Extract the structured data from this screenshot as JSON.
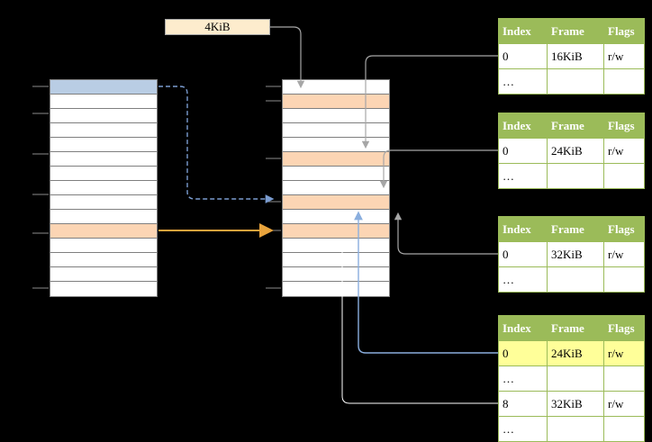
{
  "page_size_label": "4KiB",
  "colors": {
    "background": "#000000",
    "table_header_green": "#9bbb59",
    "highlight_yellow": "#ffff99",
    "page_blue": "#b9cde4",
    "page_peach": "#fcd5b4",
    "label_fill": "#fdeccd",
    "arrow_gray": "#a6a6a6",
    "arrow_orange": "#e8a33c",
    "arrow_blue_dashed": "#7a9cd0",
    "arrow_light_blue": "#8aaede",
    "arrow_white": "#ffffff"
  },
  "left_column": {
    "row_count": 15,
    "highlights": [
      {
        "row": 0,
        "color": "blue"
      },
      {
        "row": 10,
        "color": "peach"
      }
    ]
  },
  "middle_column": {
    "row_count": 15,
    "highlights": [
      {
        "row": 1,
        "color": "peach"
      },
      {
        "row": 5,
        "color": "peach"
      },
      {
        "row": 8,
        "color": "peach"
      },
      {
        "row": 10,
        "color": "peach"
      }
    ]
  },
  "page_tables": [
    {
      "headers": [
        "Index",
        "Frame",
        "Flags"
      ],
      "rows": [
        {
          "cells": [
            "0",
            "16KiB",
            "r/w"
          ],
          "highlight": false
        },
        {
          "cells": [
            "…",
            "",
            ""
          ],
          "highlight": false
        }
      ]
    },
    {
      "headers": [
        "Index",
        "Frame",
        "Flags"
      ],
      "rows": [
        {
          "cells": [
            "0",
            "24KiB",
            "r/w"
          ],
          "highlight": false
        },
        {
          "cells": [
            "…",
            "",
            ""
          ],
          "highlight": false
        }
      ]
    },
    {
      "headers": [
        "Index",
        "Frame",
        "Flags"
      ],
      "rows": [
        {
          "cells": [
            "0",
            "32KiB",
            "r/w"
          ],
          "highlight": false
        },
        {
          "cells": [
            "…",
            "",
            ""
          ],
          "highlight": false
        }
      ]
    },
    {
      "headers": [
        "Index",
        "Frame",
        "Flags"
      ],
      "rows": [
        {
          "cells": [
            "0",
            "24KiB",
            "r/w"
          ],
          "highlight": true
        },
        {
          "cells": [
            "…",
            "",
            ""
          ],
          "highlight": false
        },
        {
          "cells": [
            "8",
            "32KiB",
            "r/w"
          ],
          "highlight": false
        },
        {
          "cells": [
            "…",
            "",
            ""
          ],
          "highlight": false
        }
      ]
    }
  ]
}
